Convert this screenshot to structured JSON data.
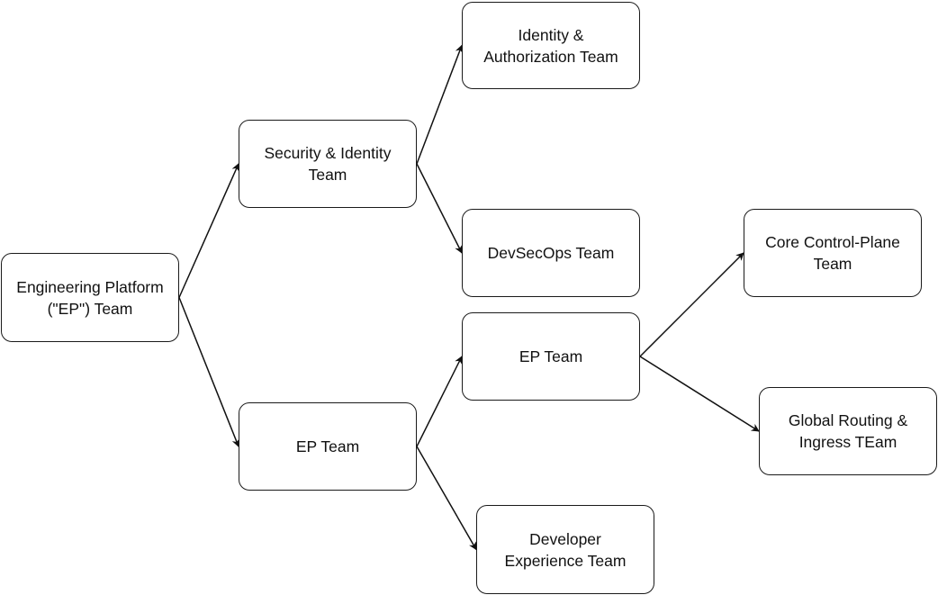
{
  "diagram": {
    "type": "org-chart-tree",
    "direction": "left-to-right",
    "colors": {
      "background": "#ffffff",
      "node_border": "#1a1a1a",
      "node_fill": "#ffffff",
      "text": "#111111",
      "edge": "#111111"
    },
    "nodes": [
      {
        "id": "ep-root",
        "label": "Engineering Platform\n(\"EP\") Team"
      },
      {
        "id": "sec-identity",
        "label": "Security & Identity\nTeam"
      },
      {
        "id": "ep-mid",
        "label": "EP Team"
      },
      {
        "id": "identity-auth",
        "label": "Identity &\nAuthorization Team"
      },
      {
        "id": "devsecops",
        "label": "DevSecOps Team"
      },
      {
        "id": "ep-sub",
        "label": "EP Team"
      },
      {
        "id": "dev-exp",
        "label": "Developer\nExperience Team"
      },
      {
        "id": "core-cp",
        "label": "Core Control-Plane\nTeam"
      },
      {
        "id": "global-route",
        "label": "Global Routing &\nIngress TEam"
      }
    ],
    "edges": [
      {
        "from": "ep-root",
        "to": "sec-identity",
        "arrow": "end"
      },
      {
        "from": "ep-root",
        "to": "ep-mid",
        "arrow": "end"
      },
      {
        "from": "sec-identity",
        "to": "identity-auth",
        "arrow": "end"
      },
      {
        "from": "sec-identity",
        "to": "devsecops",
        "arrow": "end"
      },
      {
        "from": "ep-mid",
        "to": "ep-sub",
        "arrow": "end"
      },
      {
        "from": "ep-mid",
        "to": "dev-exp",
        "arrow": "end"
      },
      {
        "from": "ep-sub",
        "to": "core-cp",
        "arrow": "end"
      },
      {
        "from": "ep-sub",
        "to": "global-route",
        "arrow": "end"
      }
    ]
  }
}
